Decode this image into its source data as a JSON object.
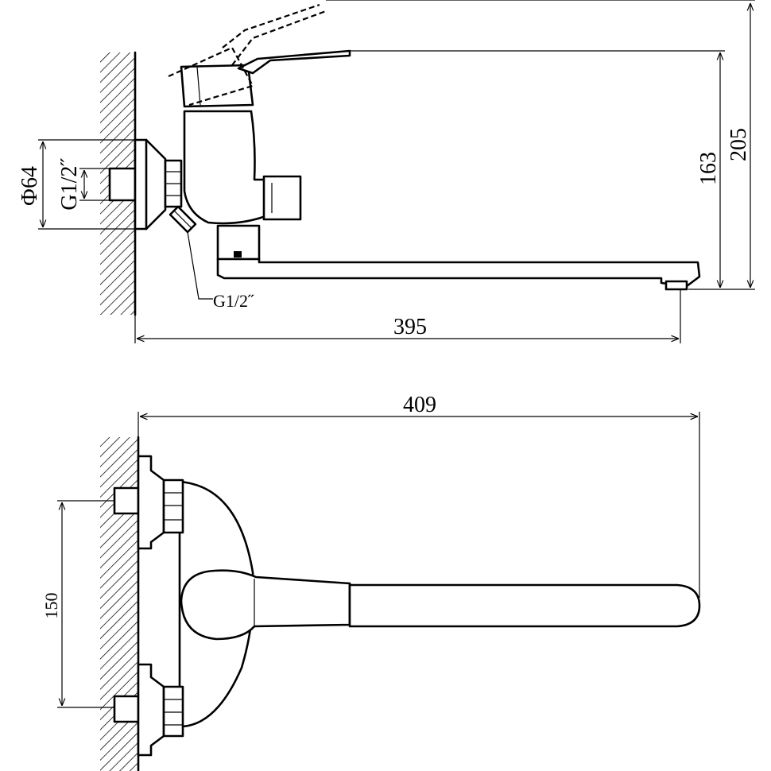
{
  "colors": {
    "line": "#000000",
    "background": "#ffffff"
  },
  "side_view": {
    "dim_length": "395",
    "dim_height_outer": "205",
    "dim_height_inner": "163",
    "dim_flange_diameter": "Ф64",
    "dim_inlet_thread": "G1/2˝",
    "dim_lower_thread": "G1/2˝"
  },
  "top_view": {
    "dim_length": "409",
    "dim_center_distance": "150"
  }
}
